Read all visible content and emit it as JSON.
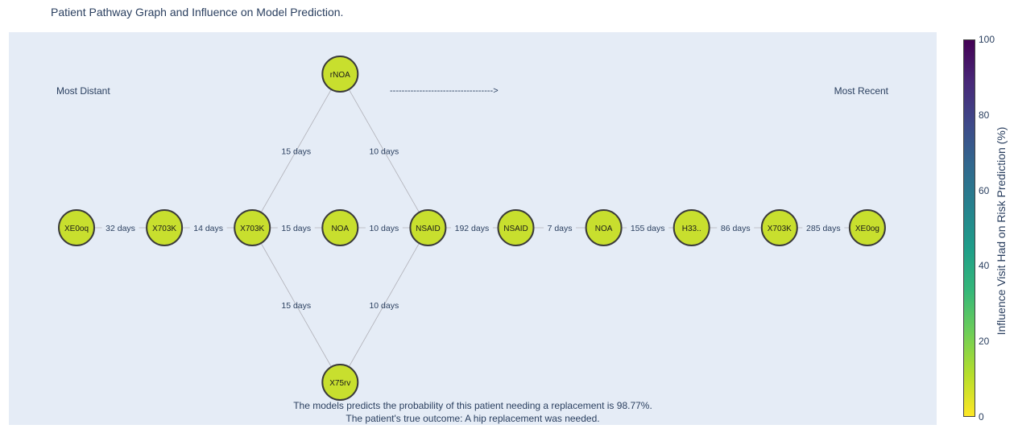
{
  "title": "Patient Pathway Graph and Influence on Model Prediction.",
  "labels": {
    "most_distant": "Most Distant",
    "most_recent": "Most Recent",
    "arrow": "----------------------------------->"
  },
  "footer": {
    "line1": "The models predicts the probability of this patient needing a replacement is 98.77%.",
    "line2": "The patient's true outcome: A hip replacement was needed."
  },
  "colorbar": {
    "title": "Influence Visit Had on Risk Prediction (%)",
    "ticks": [
      "0",
      "20",
      "40",
      "60",
      "80",
      "100"
    ],
    "colors": [
      "#fde725",
      "#b5de2b",
      "#6ece58",
      "#35b779",
      "#1f9e89",
      "#26828e",
      "#31688e",
      "#3e4989",
      "#482878",
      "#440154"
    ]
  },
  "nodes": [
    {
      "id": "n0",
      "label": "XE0oq",
      "col": 0,
      "row": "mid",
      "influence": 10
    },
    {
      "id": "n1",
      "label": "X703K",
      "col": 1,
      "row": "mid",
      "influence": 10
    },
    {
      "id": "n2",
      "label": "X703K",
      "col": 2,
      "row": "mid",
      "influence": 10
    },
    {
      "id": "n3t",
      "label": "rNOA",
      "col": 3,
      "row": "top",
      "influence": 10
    },
    {
      "id": "n3m",
      "label": "NOA",
      "col": 3,
      "row": "mid",
      "influence": 10
    },
    {
      "id": "n3b",
      "label": "X75rv",
      "col": 3,
      "row": "bottom",
      "influence": 10
    },
    {
      "id": "n4",
      "label": "NSAID",
      "col": 4,
      "row": "mid",
      "influence": 10
    },
    {
      "id": "n5",
      "label": "NSAID",
      "col": 5,
      "row": "mid",
      "influence": 10
    },
    {
      "id": "n6",
      "label": "NOA",
      "col": 6,
      "row": "mid",
      "influence": 10
    },
    {
      "id": "n7",
      "label": "H33..",
      "col": 7,
      "row": "mid",
      "influence": 10
    },
    {
      "id": "n8",
      "label": "X703K",
      "col": 8,
      "row": "mid",
      "influence": 10
    },
    {
      "id": "n9",
      "label": "XE0og",
      "col": 9,
      "row": "mid",
      "influence": 10
    }
  ],
  "edges": [
    {
      "from": "n0",
      "to": "n1",
      "label": "32 days"
    },
    {
      "from": "n1",
      "to": "n2",
      "label": "14 days"
    },
    {
      "from": "n2",
      "to": "n3t",
      "label": "15 days"
    },
    {
      "from": "n2",
      "to": "n3m",
      "label": "15 days"
    },
    {
      "from": "n2",
      "to": "n3b",
      "label": "15 days"
    },
    {
      "from": "n3t",
      "to": "n4",
      "label": "10 days"
    },
    {
      "from": "n3m",
      "to": "n4",
      "label": "10 days"
    },
    {
      "from": "n3b",
      "to": "n4",
      "label": "10 days"
    },
    {
      "from": "n4",
      "to": "n5",
      "label": "192 days"
    },
    {
      "from": "n5",
      "to": "n6",
      "label": "7 days"
    },
    {
      "from": "n6",
      "to": "n7",
      "label": "155 days"
    },
    {
      "from": "n7",
      "to": "n8",
      "label": "86 days"
    },
    {
      "from": "n8",
      "to": "n9",
      "label": "285 days"
    }
  ]
}
